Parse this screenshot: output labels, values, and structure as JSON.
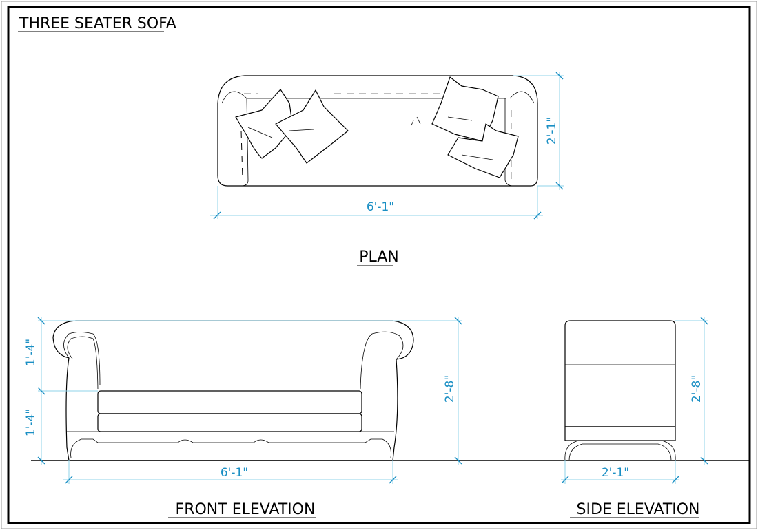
{
  "title": "THREE SEATER SOFA",
  "views": {
    "plan": {
      "label": "PLAN",
      "width_dim": "6'-1\"",
      "depth_dim": "2'-1\""
    },
    "front": {
      "label": "FRONT ELEVATION",
      "upper_height_dim": "1'-4\"",
      "lower_height_dim": "1'-4\"",
      "total_height_dim": "2'-8\"",
      "width_dim": "6'-1\""
    },
    "side": {
      "label": "SIDE ELEVATION",
      "height_dim": "2'-8\"",
      "depth_dim": "2'-1\""
    }
  },
  "colors": {
    "dimension": "#1a8fc4",
    "dimension_line": "#8fd3ea",
    "outline": "#000000"
  }
}
